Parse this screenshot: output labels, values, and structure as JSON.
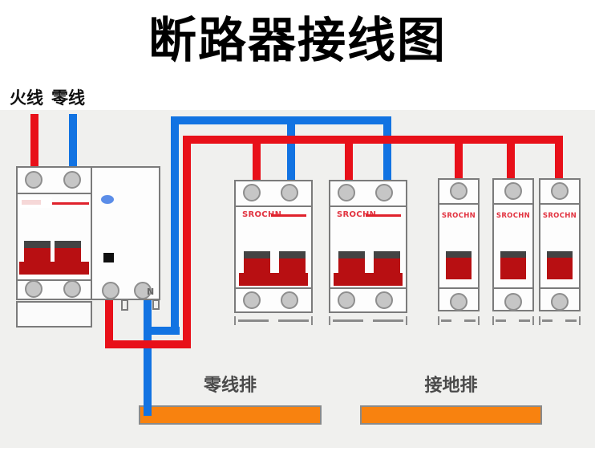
{
  "title": "断路器接线图",
  "wire_labels": {
    "live": "火线",
    "neutral": "零线"
  },
  "bus_bars": {
    "neutral": "零线排",
    "ground": "接地排"
  },
  "main_breaker": {
    "n_terminal": "N"
  },
  "brand": "SROCHN",
  "colors": {
    "live_wire": "#e81019",
    "neutral_wire": "#1273e2",
    "bus_bar": "#f8820f",
    "toggle": "#b80f12",
    "brand_text": "#e23340",
    "panel_bg": "#f0f0ee"
  }
}
